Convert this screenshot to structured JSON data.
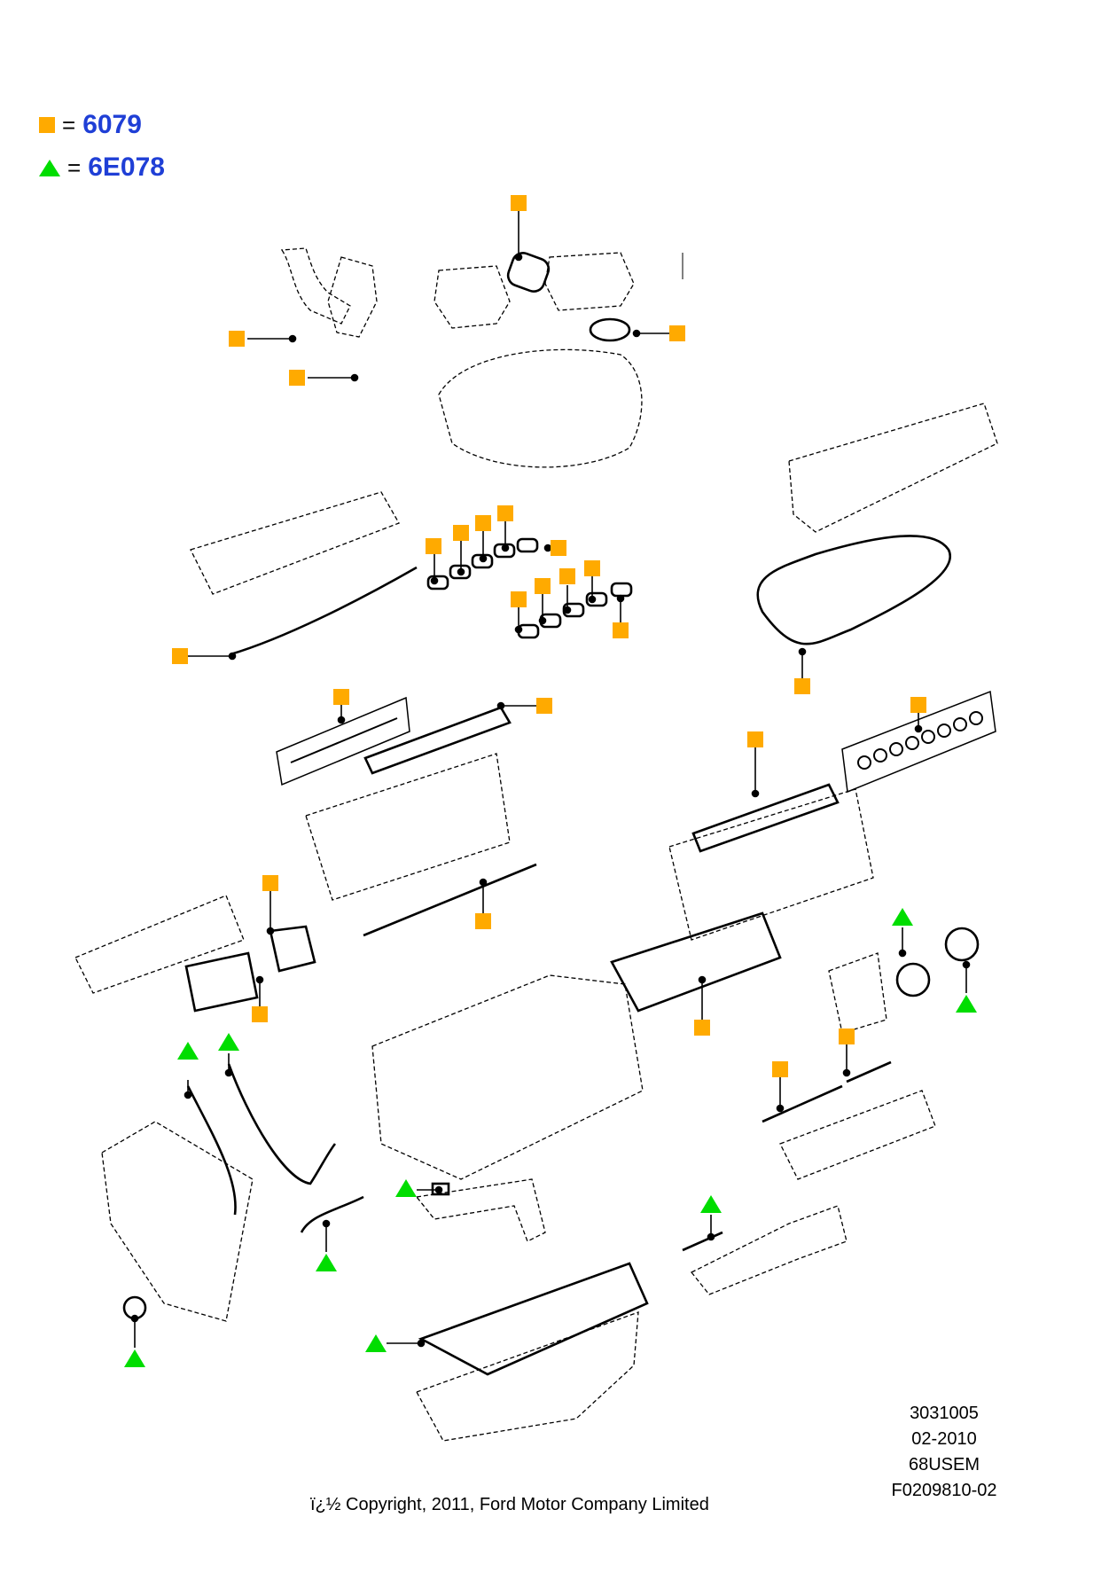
{
  "legend": [
    {
      "shape": "square",
      "color": "#ffaa00",
      "code": "6079"
    },
    {
      "shape": "triangle",
      "color": "#00dd00",
      "code": "6E078"
    }
  ],
  "legend_equals": "=",
  "meta": [
    "3031005",
    "02-2010",
    "68USEM",
    "F0209810-02"
  ],
  "copyright": "ï¿½ Copyright, 2011, Ford Motor Company Limited",
  "colors": {
    "code_text": "#1f3fd6",
    "square_marker": "#ffaa00",
    "triangle_marker": "#00dd00",
    "line": "#000000"
  }
}
